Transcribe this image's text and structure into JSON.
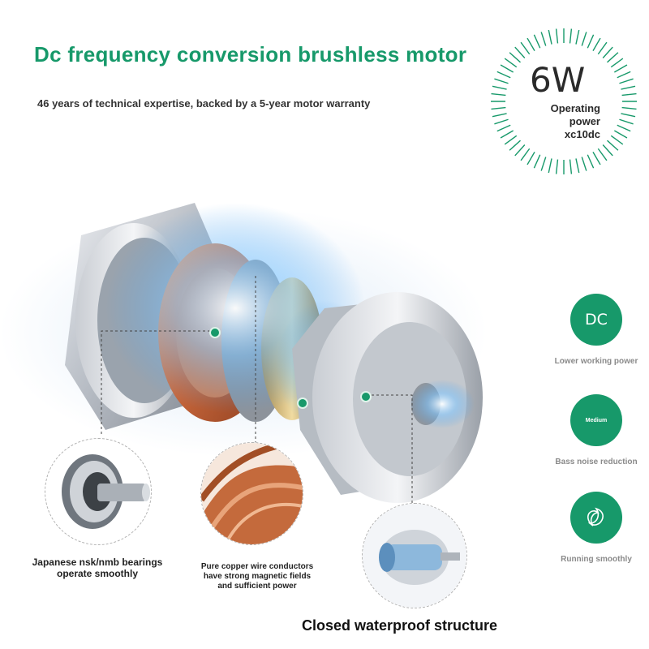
{
  "header": {
    "title": "Dc frequency conversion brushless motor",
    "subtitle": "46 years of technical expertise, backed by a 5-year motor warranty"
  },
  "power_badge": {
    "value": "6W",
    "label_line1": "Operating",
    "label_line2": "power",
    "label_line3": "xc10dc"
  },
  "callouts": {
    "bearings": {
      "line1": "Japanese nsk/nmb bearings",
      "line2": "operate smoothly"
    },
    "copper": {
      "line1": "Pure copper wire conductors",
      "line2": "have strong magnetic fields",
      "line3": "and sufficient power"
    },
    "waterproof": "Closed waterproof structure"
  },
  "features": [
    {
      "icon_text": "DC",
      "label": "Lower working power"
    },
    {
      "icon_text": "Medium",
      "label": "Bass noise reduction"
    },
    {
      "icon": "leaf-swirl-icon",
      "label": "Running smoothly"
    }
  ],
  "colors": {
    "accent": "#17996a",
    "caption_gray": "#8a8a8a",
    "text_dark": "#222222"
  }
}
